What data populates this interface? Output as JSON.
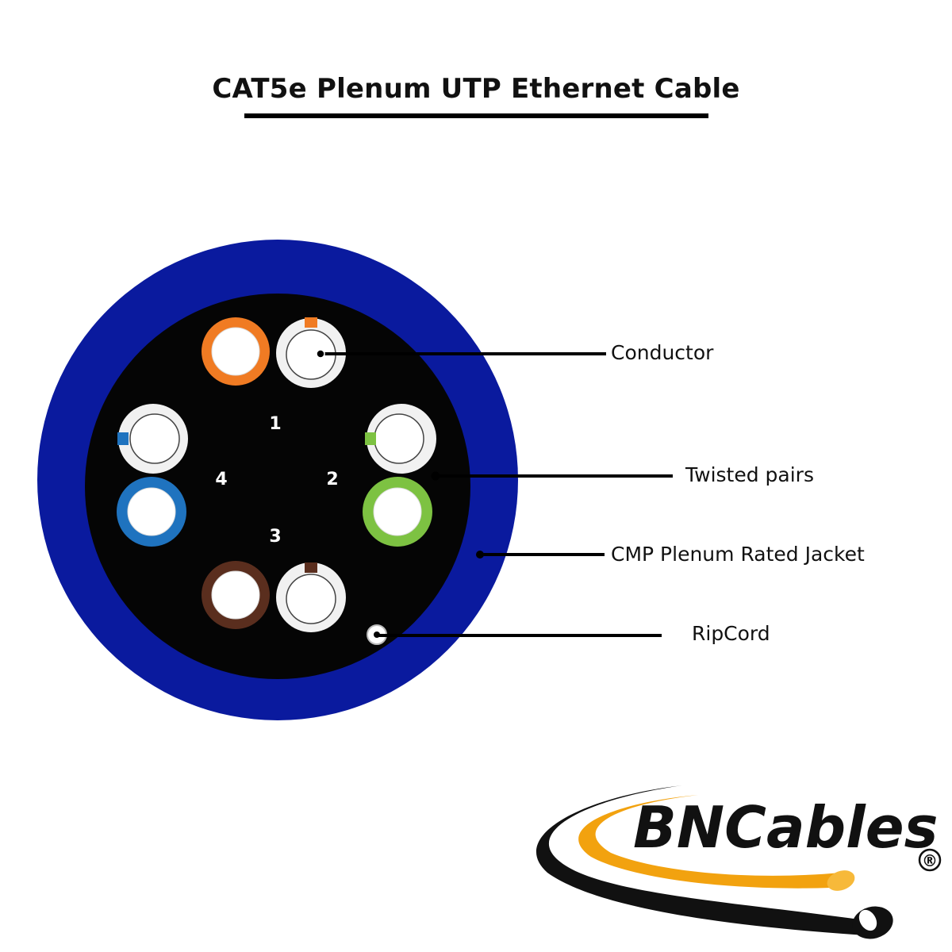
{
  "title": "CAT5e Plenum UTP Ethernet Cable",
  "colors": {
    "jacket": "#0a1a9e",
    "core": "#050505",
    "pair1": "#f07b23",
    "pair2": "#7dc242",
    "pair3": "#5a2e1e",
    "pair4": "#1f73bf",
    "white_insulation": "#ffffff",
    "brand_orange": "#f2a20f"
  },
  "pair_numbers": [
    "1",
    "2",
    "3",
    "4"
  ],
  "callouts": {
    "conductor": "Conductor",
    "twisted_pairs": "Twisted pairs",
    "jacket": "CMP Plenum Rated Jacket",
    "ripcord": "RipCord"
  },
  "logo": {
    "brand": "BNCables",
    "registered": "®"
  }
}
